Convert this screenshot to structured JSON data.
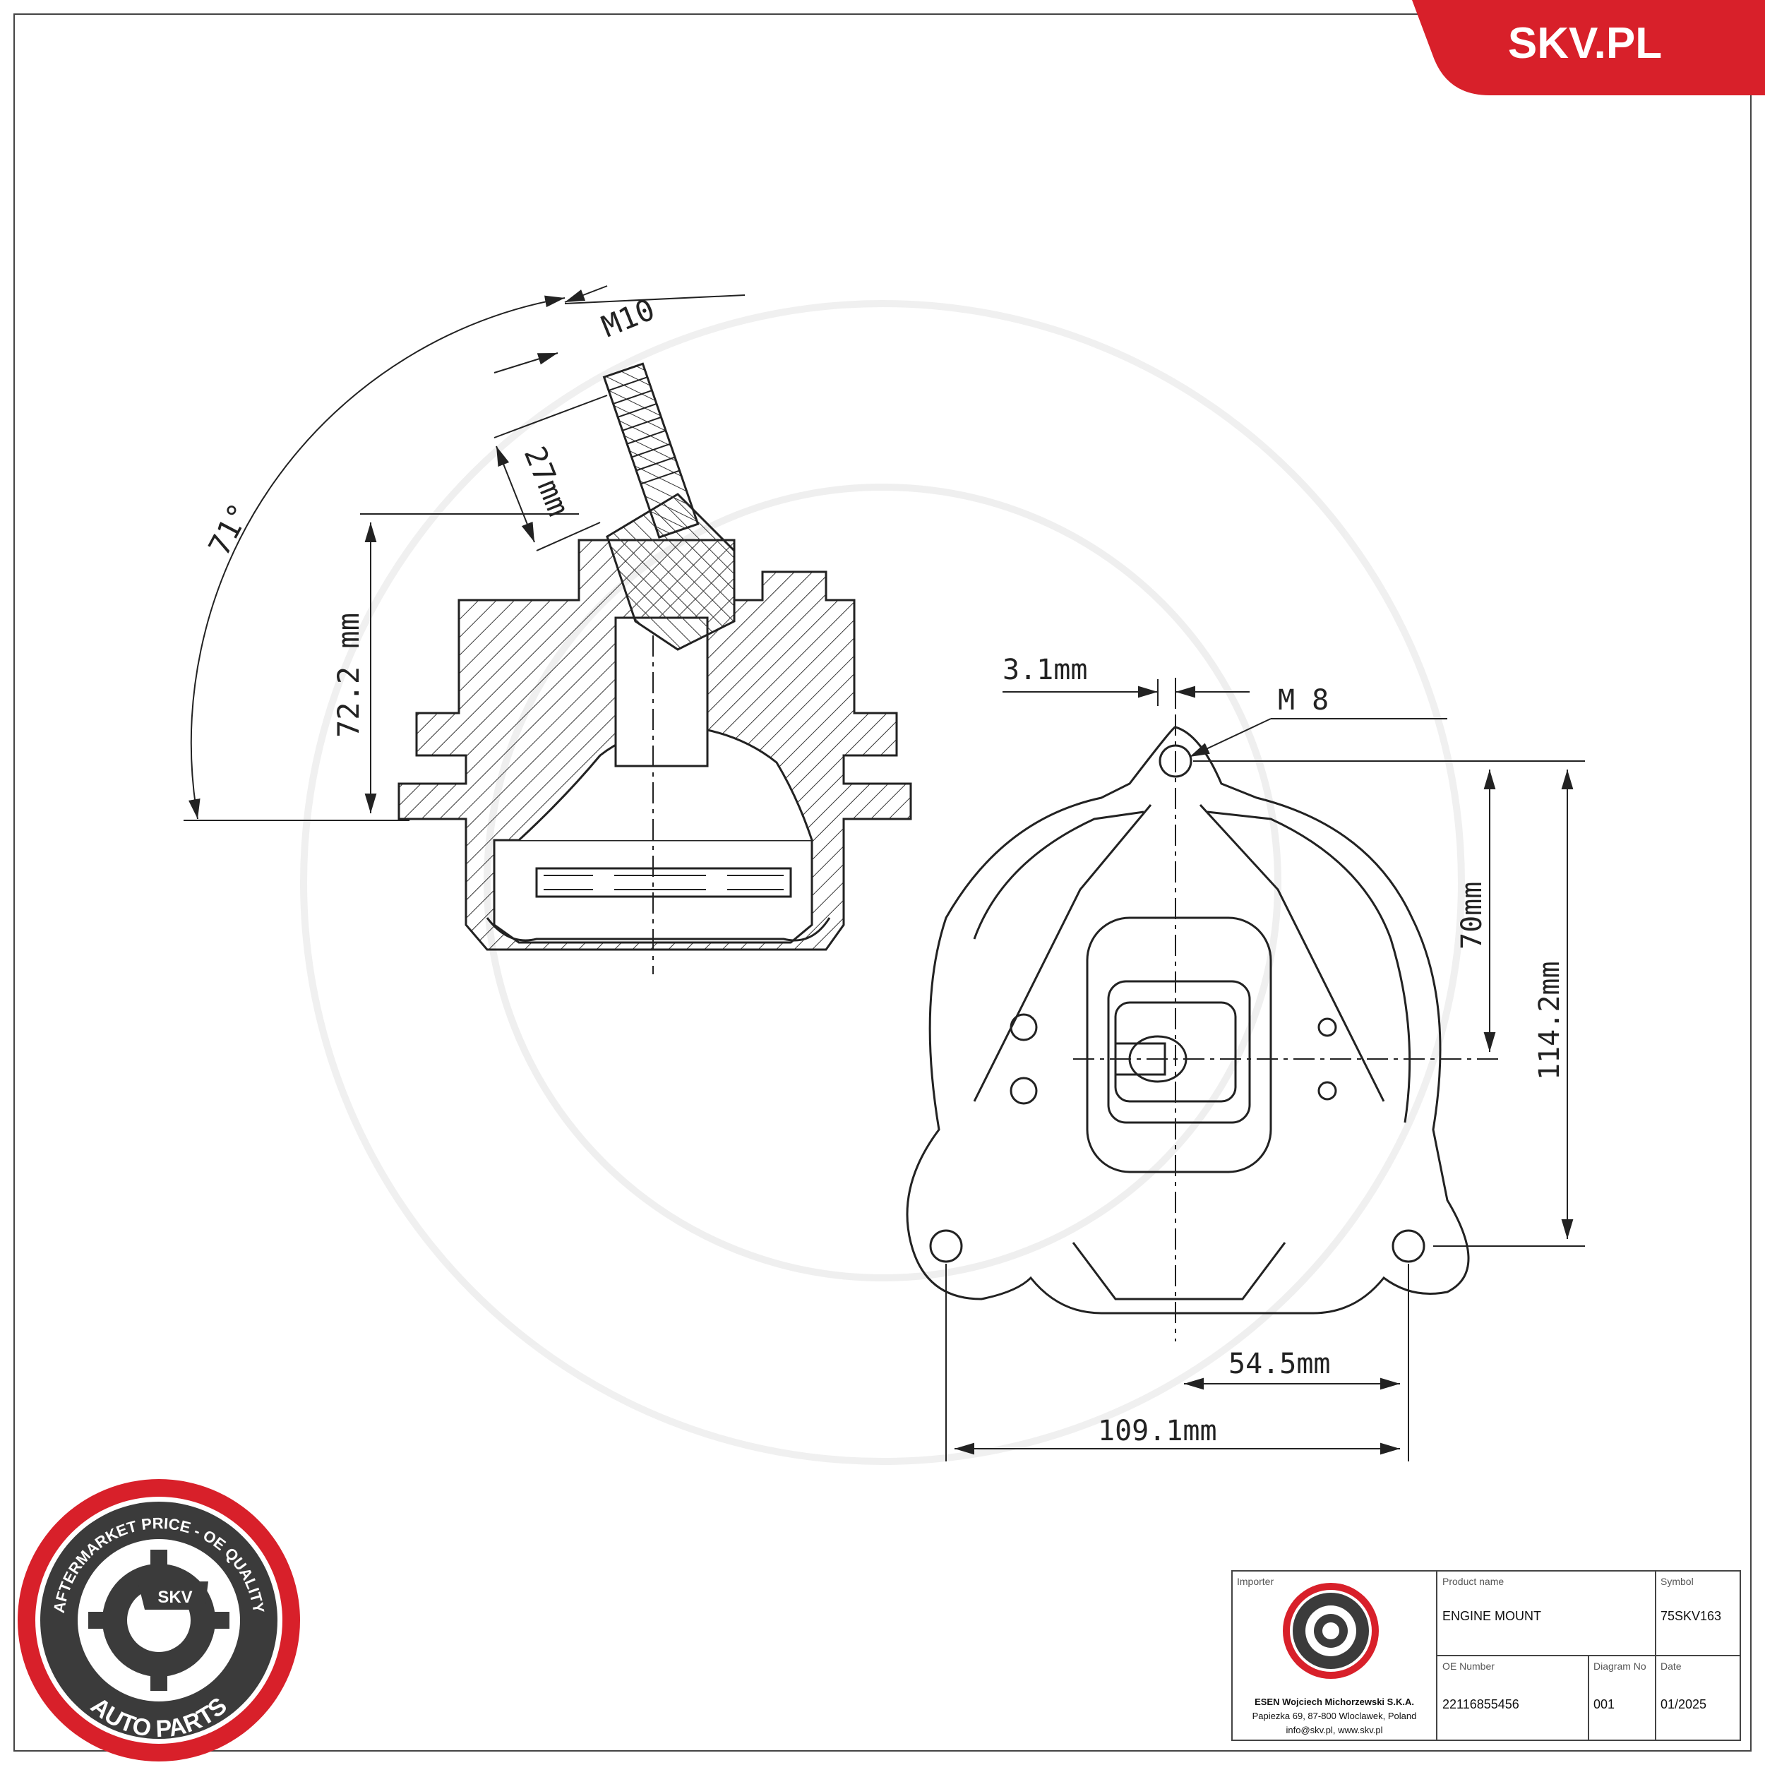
{
  "brand": {
    "site_label": "SKV.PL",
    "accent_color": "#d8202a",
    "badge_top_text": "AFTERMARKET PRICE - OE QUALITY",
    "badge_bottom_text": "AUTO PARTS",
    "badge_center_text": "SKV"
  },
  "dimensions": {
    "thread_top": "M10",
    "thread_length": "27mm",
    "angle": "71°",
    "height": "72.2 mm",
    "offset": "3.1mm",
    "bolt_thread": "M 8",
    "center_height": "70mm",
    "total_height": "114.2mm",
    "half_width": "54.5mm",
    "total_width": "109.1mm"
  },
  "title_block": {
    "importer_label": "Importer",
    "importer_name": "ESEN Wojciech Michorzewski S.K.A.",
    "importer_address": "Papiezka 69, 87-800 Wloclawek, Poland",
    "importer_contact": "info@skv.pl, www.skv.pl",
    "product_name_label": "Product name",
    "product_name": "ENGINE MOUNT",
    "symbol_label": "Symbol",
    "symbol": "75SKV163",
    "oe_number_label": "OE Number",
    "oe_number": "22116855456",
    "diagram_no_label": "Diagram No",
    "diagram_no": "001",
    "date_label": "Date",
    "date": "01/2025"
  }
}
